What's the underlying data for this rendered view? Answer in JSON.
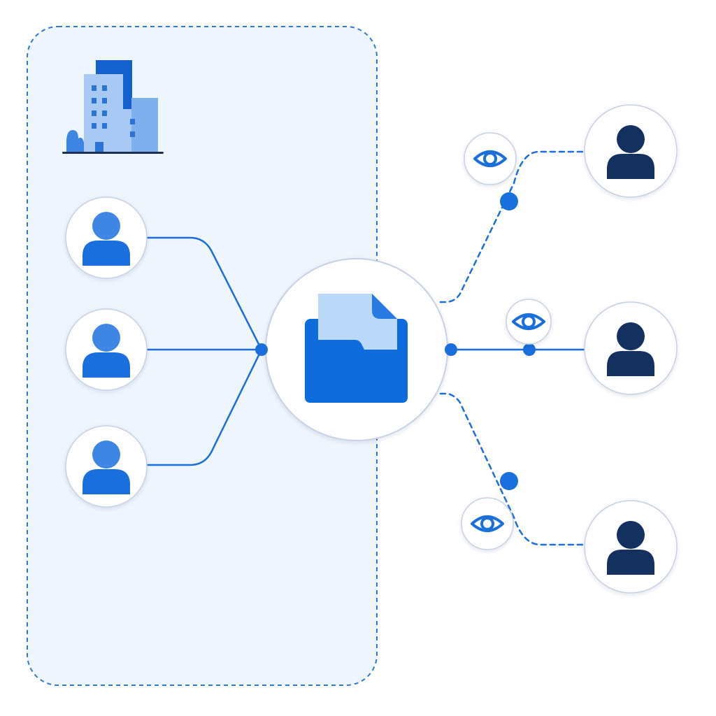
{
  "diagram": {
    "organization": {
      "icon": "office-building-icon"
    },
    "internal_users": [
      {
        "icon": "user-icon"
      },
      {
        "icon": "user-icon"
      },
      {
        "icon": "user-icon"
      }
    ],
    "shared_resource": {
      "icon": "folder-with-document-icon"
    },
    "external_users": [
      {
        "icon": "user-icon",
        "link": "dashed",
        "permission_icon": "eye-icon"
      },
      {
        "icon": "user-icon",
        "link": "solid",
        "permission_icon": "eye-icon"
      },
      {
        "icon": "user-icon",
        "link": "dashed",
        "permission_icon": "eye-icon"
      }
    ]
  },
  "colors": {
    "accent": "#1a6fdc",
    "internal_user": "#1a6fdc",
    "internal_user_head": "#3f86e4",
    "external_user": "#13305f",
    "zone_fill": "#eef5fc",
    "zone_border": "#2f78d6",
    "folder": "#0f6cdd",
    "document": "#bcd8f8",
    "building_dark": "#1560cf",
    "building_light": "#a9c9f5",
    "node_border": "#c6d2e3"
  }
}
